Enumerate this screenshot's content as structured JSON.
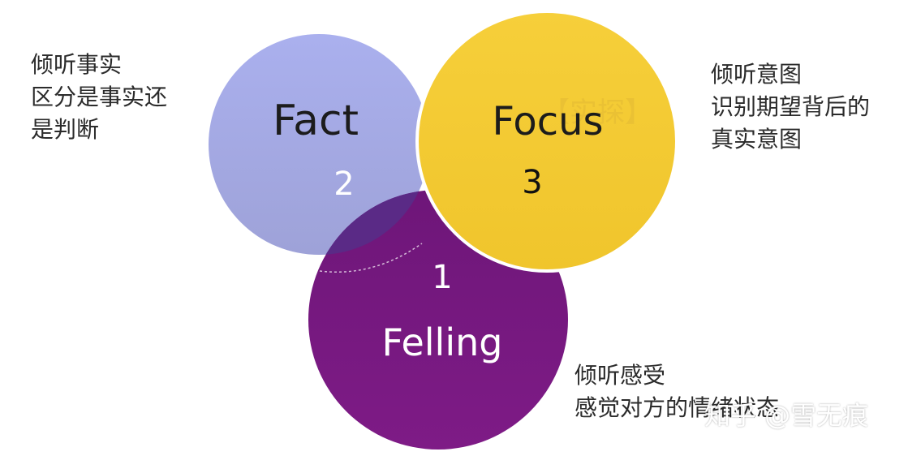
{
  "circles": {
    "fact": {
      "label": "Fact",
      "number": "2",
      "color": "#a7abe8"
    },
    "focus": {
      "label": "Focus",
      "number": "3",
      "color": "#f4cb33"
    },
    "feeling": {
      "label": "Felling",
      "number": "1",
      "color": "#7a1a82"
    }
  },
  "focus_faded_mark": "【实探】",
  "notes": {
    "fact": [
      "倾听事实",
      "区分是事实还",
      "是判断"
    ],
    "focus": [
      "倾听意图",
      "识别期望背后的",
      "真实意图"
    ],
    "feeling": [
      "倾听感受",
      "感觉对方的情绪状态"
    ]
  },
  "watermark": "知乎 @雪无痕"
}
